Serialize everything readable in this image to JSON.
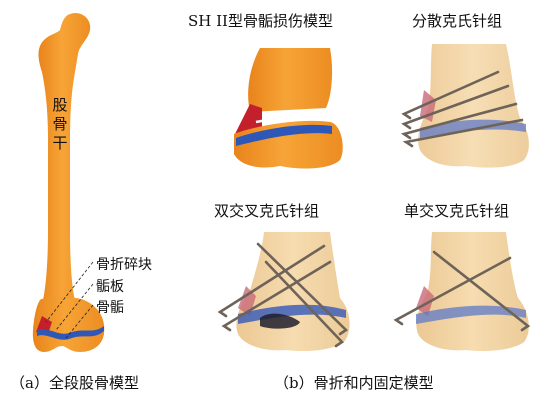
{
  "panel_a": {
    "caption": "（a）全段股骨模型",
    "shaft_label": "股骨干",
    "callouts": [
      "骨折碎块",
      "骺板",
      "骨骺"
    ]
  },
  "panel_b": {
    "caption": "（b）骨折和内固定模型",
    "models": [
      {
        "title": "SH II型骨骺损伤模型"
      },
      {
        "title": "分散克氏针组"
      },
      {
        "title": "双交叉克氏针组"
      },
      {
        "title": "单交叉克氏针组"
      }
    ]
  },
  "colors": {
    "bone": "#f59a2a",
    "bone_translucent": "#f2d3a0",
    "growth_plate": "#2f57b8",
    "fracture_fragment": "#c4202c",
    "pin": "#6e6358"
  }
}
